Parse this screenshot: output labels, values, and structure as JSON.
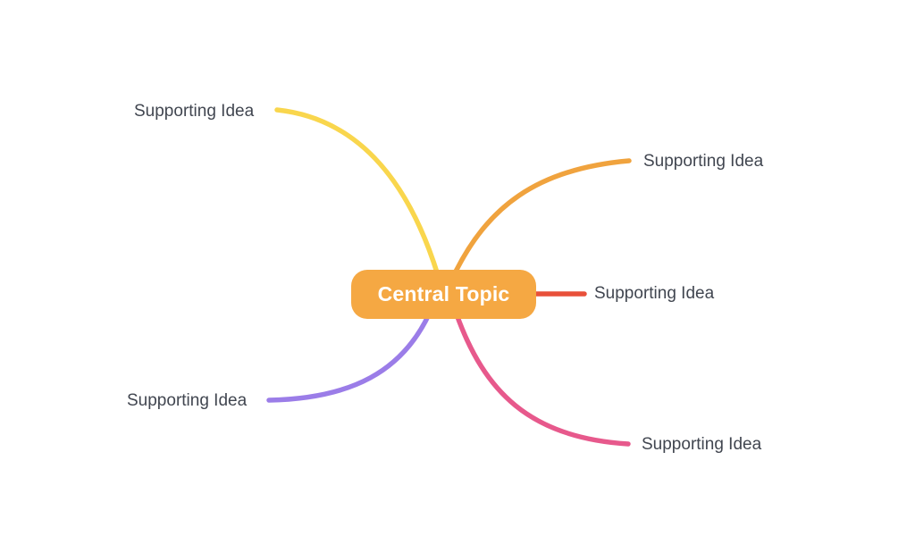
{
  "canvas": {
    "background_color": "#ffffff"
  },
  "central_node": {
    "label": "Central Topic",
    "fill_color": "#F5A843",
    "text_color": "#FFFFFF"
  },
  "label_text_color": "#414650",
  "branches": [
    {
      "id": "top-left",
      "label": "Supporting Idea",
      "color": "#F9D64D"
    },
    {
      "id": "top-right",
      "label": "Supporting Idea",
      "color": "#F0A33E"
    },
    {
      "id": "right",
      "label": "Supporting Idea",
      "color": "#E8503A"
    },
    {
      "id": "bottom-left",
      "label": "Supporting Idea",
      "color": "#9B7DE8"
    },
    {
      "id": "bottom-right",
      "label": "Supporting Idea",
      "color": "#E7598C"
    }
  ]
}
